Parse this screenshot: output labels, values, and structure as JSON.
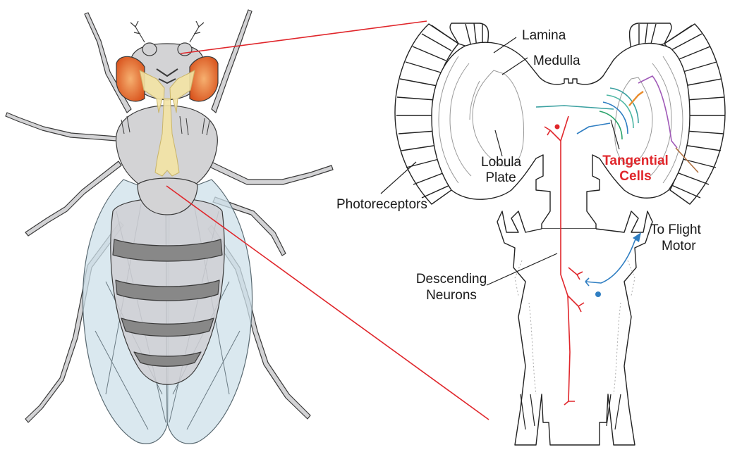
{
  "labels": {
    "lamina": "Lamina",
    "medulla": "Medulla",
    "lobula_plate_1": "Lobula",
    "lobula_plate_2": "Plate",
    "photoreceptors": "Photoreceptors",
    "tangential_1": "Tangential",
    "tangential_2": "Cells",
    "to_flight_1": "To Flight",
    "to_flight_2": "Motor",
    "descending_1": "Descending",
    "descending_2": "Neurons"
  },
  "colors": {
    "fly_body": "#d3d3d5",
    "fly_outline": "#3a3a3a",
    "eye": "#e2702a",
    "nervous_system": "#f3e3a4",
    "wing": "#cde0ea",
    "callout_line": "#e0262b",
    "red_neuron": "#e0262b",
    "blue_neuron": "#2f7ec2",
    "label_highlight": "#e0262b"
  }
}
